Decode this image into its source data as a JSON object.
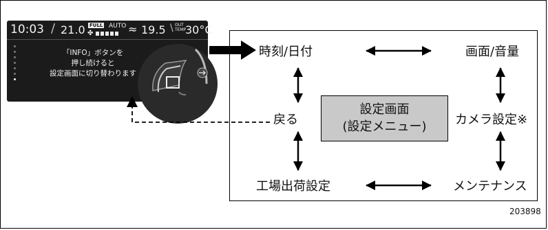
{
  "display": {
    "clock": "10:03",
    "temp_left": "21.0",
    "full_label": "FULL",
    "auto_label": "AUTO",
    "temp_right": "19.5",
    "out_temp_label": "OUT\nTEMP",
    "out_temp": "30°C",
    "message_lines": [
      "「INFO」ボタンを",
      "押し続けると",
      "設定画面に切り替わります"
    ],
    "page_count": 7,
    "active_page": 7
  },
  "diagram": {
    "nodes": {
      "time_date": "時刻/日付",
      "screen_volume": "画面/音量",
      "back": "戻る",
      "camera_settings": "カメラ設定※",
      "factory_settings": "工場出荷設定",
      "maintenance": "メンテナンス"
    },
    "center": {
      "line1": "設定画面",
      "line2": "(設定メニュー)"
    }
  },
  "figure_id": "203898"
}
